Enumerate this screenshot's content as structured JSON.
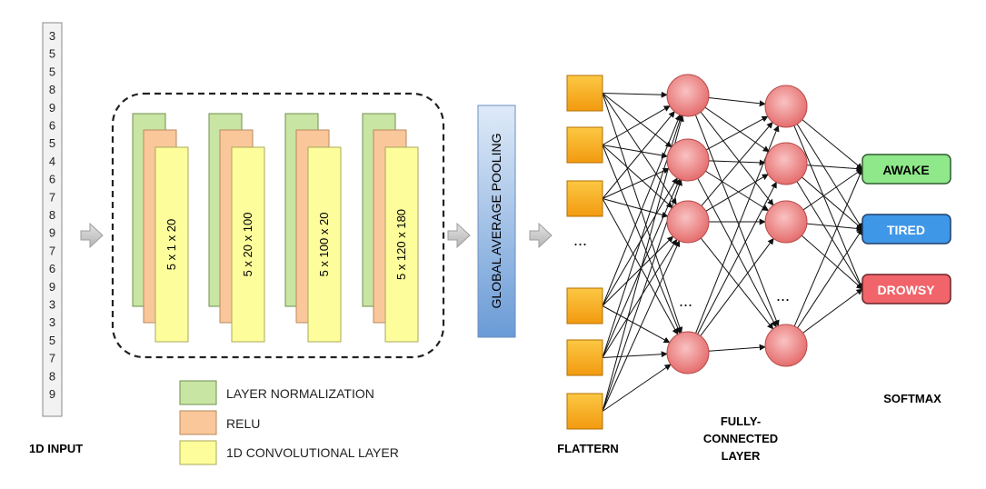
{
  "input": {
    "values": [
      "3",
      "5",
      "5",
      "8",
      "9",
      "6",
      "5",
      "4",
      "6",
      "7",
      "8",
      "9",
      "7",
      "6",
      "9",
      "3",
      "3",
      "5",
      "7",
      "8",
      "9"
    ],
    "label": "1D INPUT"
  },
  "conv_blocks": [
    {
      "dims": "5 x 1 x 20"
    },
    {
      "dims": "5 x 20 x 100"
    },
    {
      "dims": "5 x 100 x 20"
    },
    {
      "dims": "5 x 120 x 180"
    }
  ],
  "pooling": {
    "label": "GLOBAL AVERAGE POOLING"
  },
  "legend": [
    {
      "label": "LAYER NORMALIZATION",
      "color": "#c9e5a3"
    },
    {
      "label": "RELU",
      "color": "#f9c79a"
    },
    {
      "label": "1D CONVOLUTIONAL LAYER",
      "color": "#fdfd9c"
    }
  ],
  "flatten": {
    "label": "FLATTERN",
    "ellipsis": "..."
  },
  "fully_connected": {
    "label_lines": [
      "FULLY-",
      "CONNECTED",
      "LAYER"
    ],
    "ellipsis": "..."
  },
  "outputs": [
    {
      "label": "AWAKE",
      "color": "#8fe88a"
    },
    {
      "label": "TIRED",
      "color": "#3f97e8"
    },
    {
      "label": "DROWSY",
      "color": "#f0646a"
    }
  ],
  "softmax": {
    "label": "SOFTMAX"
  },
  "colors": {
    "layer_norm": "#c9e5a3",
    "relu": "#f9c79a",
    "conv": "#fdfd9c",
    "flatten_node": "#f7ad16",
    "neuron": "#f08a8a",
    "pooling_top": "#dfeaf8",
    "pooling_bottom": "#6a9bd6"
  }
}
